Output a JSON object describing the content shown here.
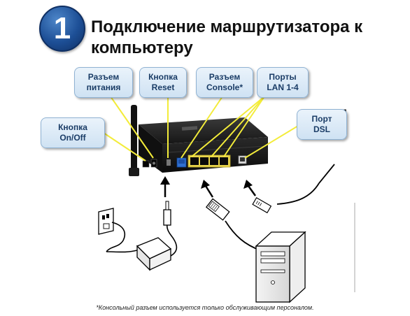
{
  "header": {
    "step_number": "1",
    "title_line1": "Подключение маршрутизатора к",
    "title_line2": "компьютеру"
  },
  "callouts": {
    "power_jack": {
      "line1": "Разъем",
      "line2": "питания"
    },
    "reset_button": {
      "line1": "Кнопка",
      "line2": "Reset"
    },
    "console_port": {
      "line1": "Разъем",
      "line2": "Console*"
    },
    "lan_ports": {
      "line1": "Порты",
      "line2": "LAN 1-4"
    },
    "onoff_button": {
      "line1": "Кнопка",
      "line2": "On/Off"
    },
    "dsl_port": {
      "line1": "Порт",
      "line2": "DSL"
    }
  },
  "footnote": "*Консольный разъем используется только обслуживающим персоналом.",
  "colors": {
    "badge_blue": "#1d4f96",
    "callout_fill": "#dbe9f6",
    "callout_text": "#1a3c66",
    "leader_line": "#f3ec3a",
    "router_body": "#1c1c1c",
    "console_port": "#2f6fd0",
    "lan_port_surround": "#e6d24a"
  }
}
